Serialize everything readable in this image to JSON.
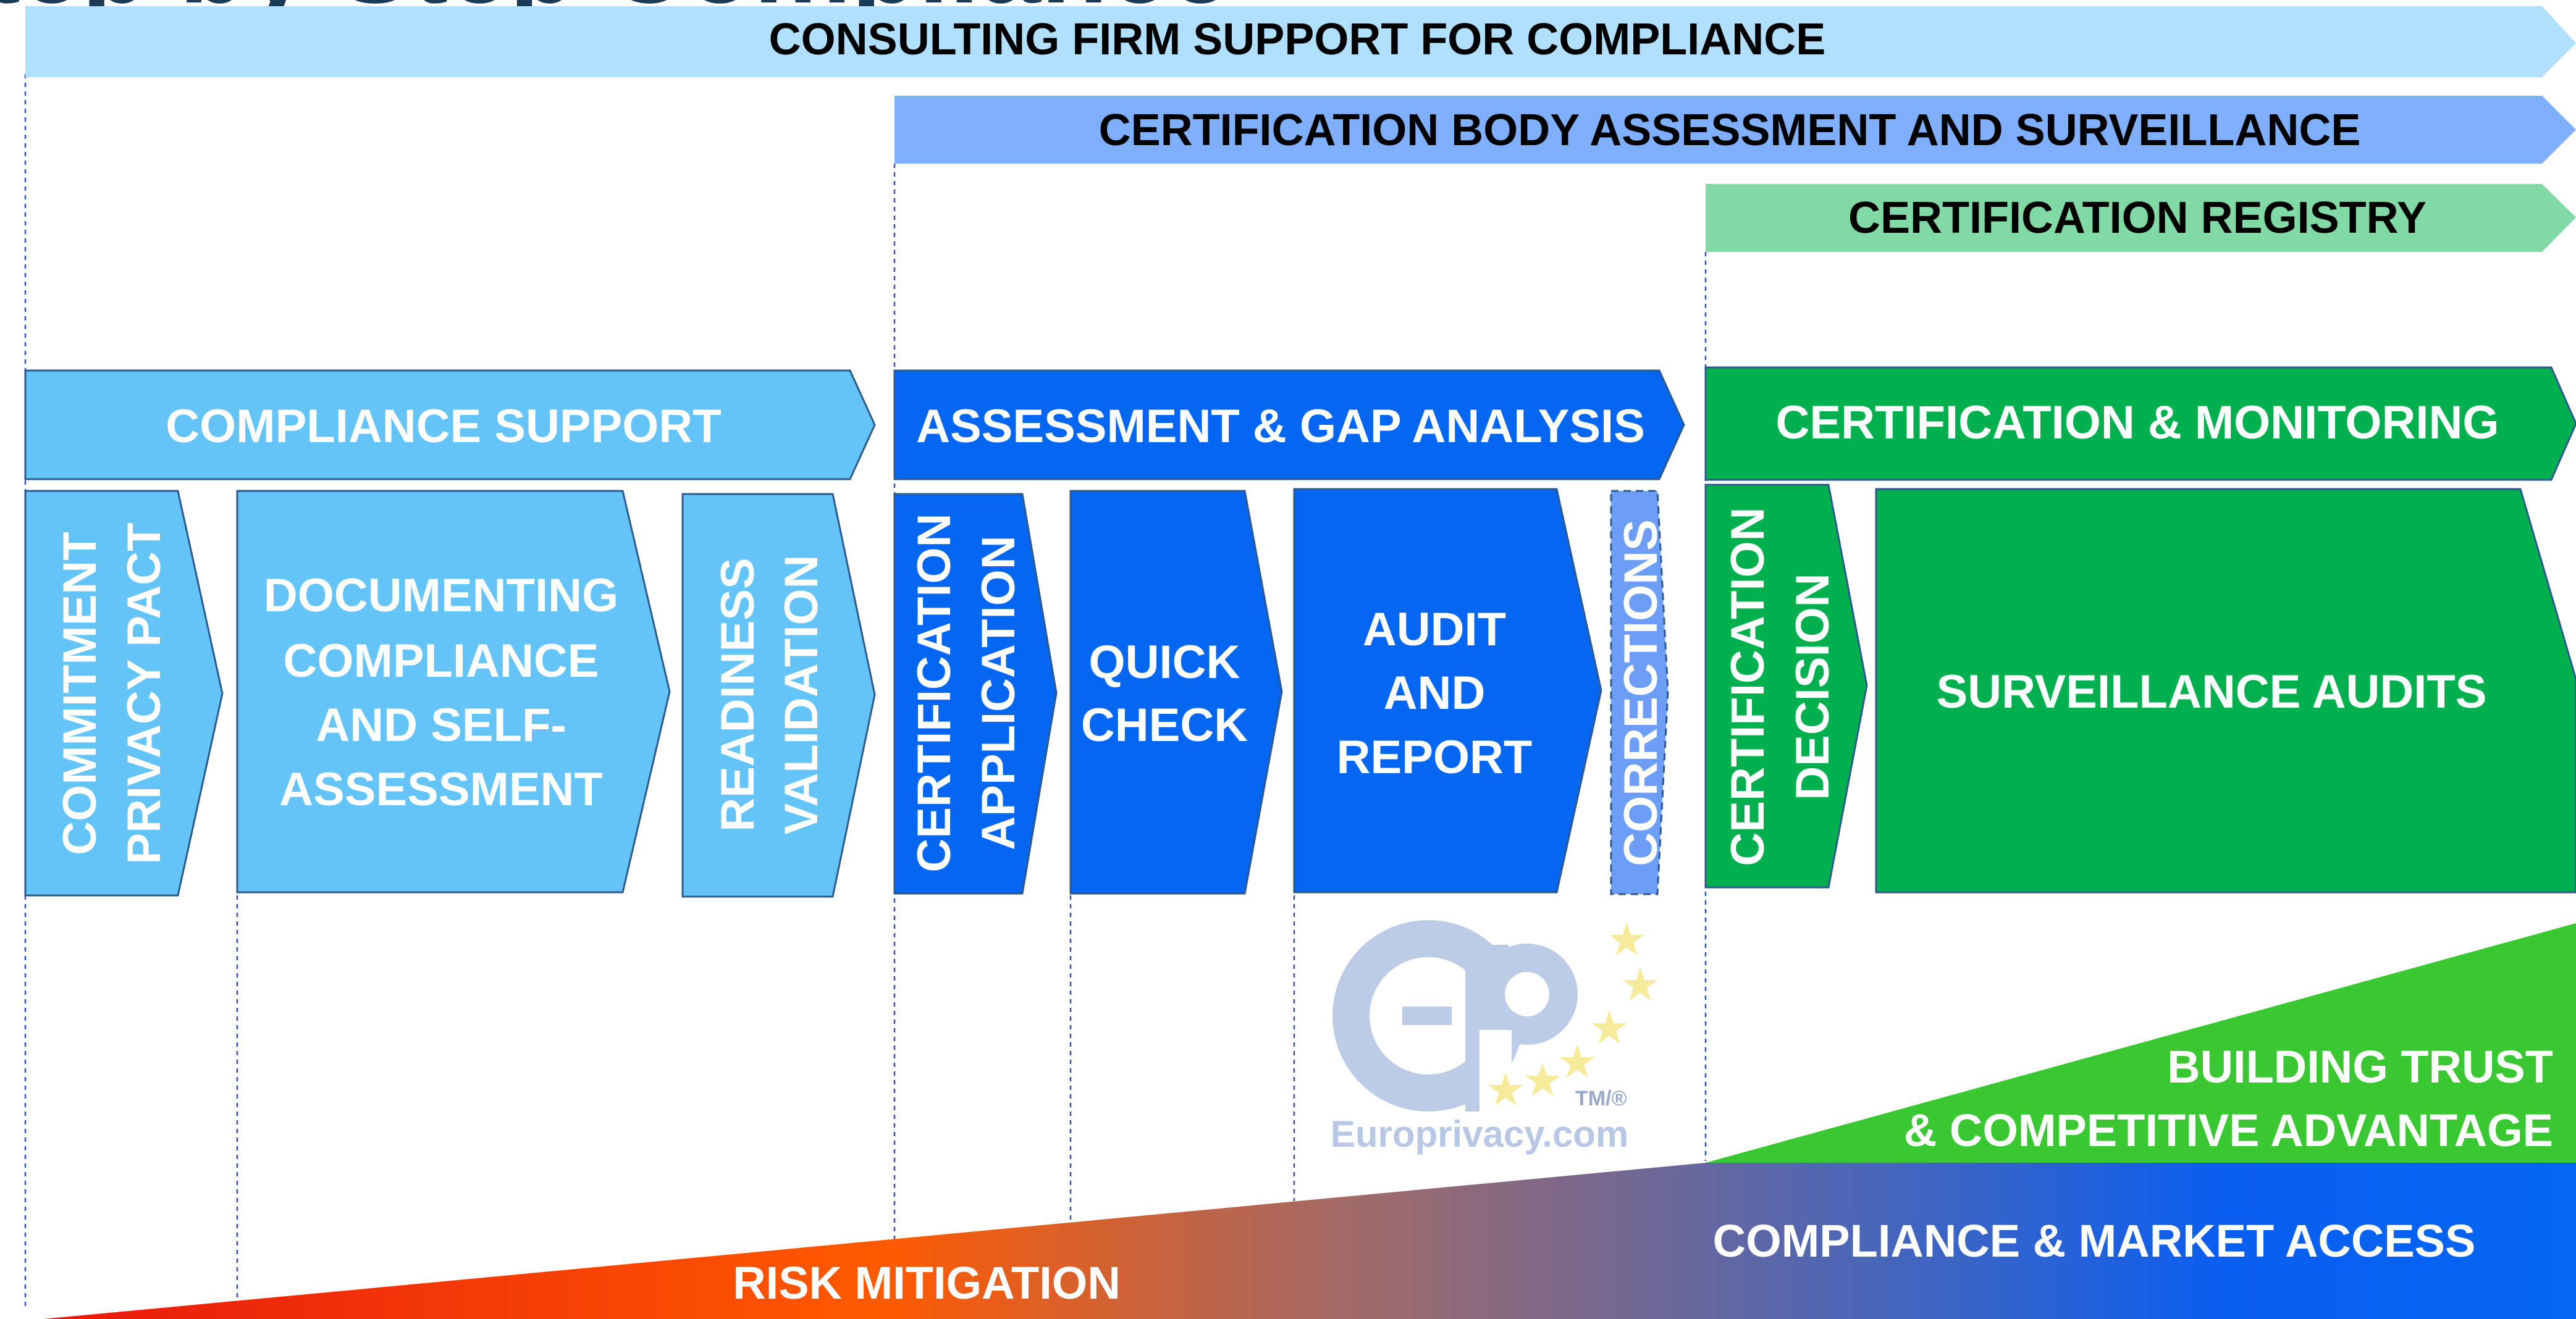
{
  "title": "Step by Step Compliance",
  "bands": {
    "consulting": "CONSULTING FIRM SUPPORT FOR COMPLIANCE",
    "certification_body": "CERTIFICATION BODY ASSESSMENT AND SURVEILLANCE",
    "registry": "CERTIFICATION REGISTRY"
  },
  "phases": {
    "support": "COMPLIANCE SUPPORT",
    "assessment": "ASSESSMENT & GAP ANALYSIS",
    "monitoring": "CERTIFICATION & MONITORING"
  },
  "steps": {
    "commitment": {
      "line1": "COMMITMENT",
      "line2": "PRIVACY PACT"
    },
    "documenting": {
      "line1": "DOCUMENTING",
      "line2": "COMPLIANCE",
      "line3": "AND SELF-",
      "line4": "ASSESSMENT"
    },
    "readiness": {
      "line1": "READINESS",
      "line2": "VALIDATION"
    },
    "application": {
      "line1": "CERTIFICATION",
      "line2": "APPLICATION"
    },
    "quick_check": {
      "line1": "QUICK",
      "line2": "CHECK"
    },
    "audit": {
      "line1": "AUDIT",
      "line2": "AND",
      "line3": "REPORT"
    },
    "corrections": {
      "line1": "CORRECTIONS"
    },
    "decision": {
      "line1": "CERTIFICATION",
      "line2": "DECISION"
    },
    "surveillance": {
      "line1": "SURVEILLANCE AUDITS"
    }
  },
  "logo": {
    "text": "Europrivacy.com",
    "mark": "EP",
    "tm": "TM/®"
  },
  "outcomes": {
    "trust_line1": "BUILDING TRUST",
    "trust_line2": "& COMPETITIVE ADVANTAGE",
    "market_access": "COMPLIANCE & MARKET ACCESS",
    "risk": "RISK MITIGATION"
  },
  "colors": {
    "light_blue": "#64c4f7",
    "consulting_band": "#b0e0fd",
    "cb_band": "#7faffd",
    "registry_band": "#81d9a5",
    "blue": "#0466f1",
    "green": "#00b04f",
    "bright_green": "#39c832",
    "red": "#e8180d",
    "orange": "#ff5a00",
    "title": "#1b3a56"
  }
}
